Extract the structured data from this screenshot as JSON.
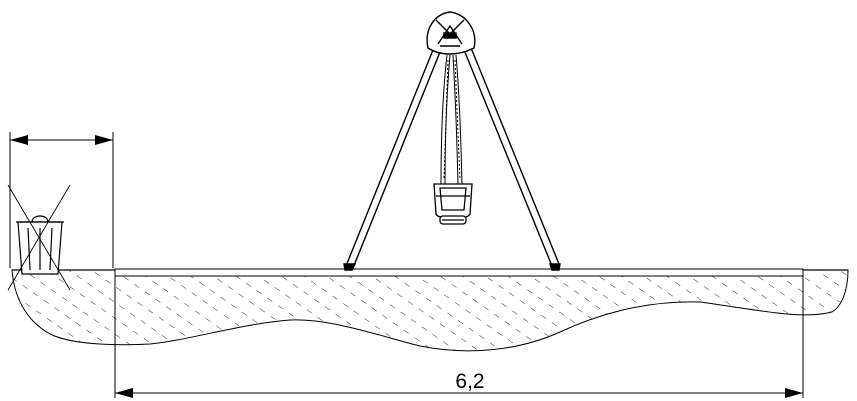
{
  "drawing": {
    "dimension_label": "6,2",
    "line_color": "#000000",
    "background_color": "#ffffff",
    "elements": [
      "single-swing-frame",
      "swing-seat",
      "waste-bin-crossed",
      "ground-hatched",
      "dimension-line",
      "clearance-dimension"
    ]
  }
}
